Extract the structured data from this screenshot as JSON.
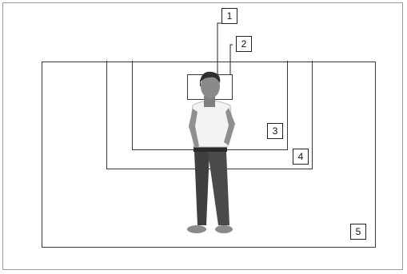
{
  "labels": {
    "l1": "1",
    "l2": "2",
    "l3": "3",
    "l4": "4",
    "l5": "5"
  },
  "figure": {
    "icon": "standing-man-figure-icon"
  }
}
